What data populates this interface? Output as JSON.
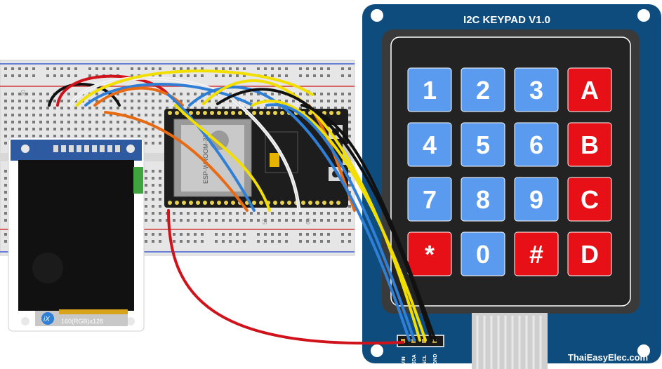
{
  "keypad": {
    "title": "I2C KEYPAD V1.0",
    "brand": "ThaiEasyElec.com",
    "keys": [
      [
        "1",
        "2",
        "3",
        "A"
      ],
      [
        "4",
        "5",
        "6",
        "B"
      ],
      [
        "7",
        "8",
        "9",
        "C"
      ],
      [
        "*",
        "0",
        "#",
        "D"
      ]
    ],
    "pins": [
      "VIN",
      "SDA",
      "SCL",
      "GND"
    ],
    "colors": {
      "board": "#0f4c7e",
      "number_key": "#5b9bef",
      "letter_key": "#e81017",
      "pad": "#2b2b2b"
    }
  },
  "display": {
    "label": "160(RGB)x128",
    "logo": "iX"
  },
  "mcu": {
    "chip_text": "ESP-WROOM-32"
  },
  "breadboard": {
    "col_labels": [
      "30",
      "40",
      "50",
      "55",
      "60"
    ]
  },
  "wires": {
    "colors": {
      "red": "#d0121b",
      "black": "#111111",
      "yellow": "#f2df00",
      "blue": "#2f7fd6",
      "white": "#f4f4f4",
      "orange": "#e76a14"
    }
  }
}
